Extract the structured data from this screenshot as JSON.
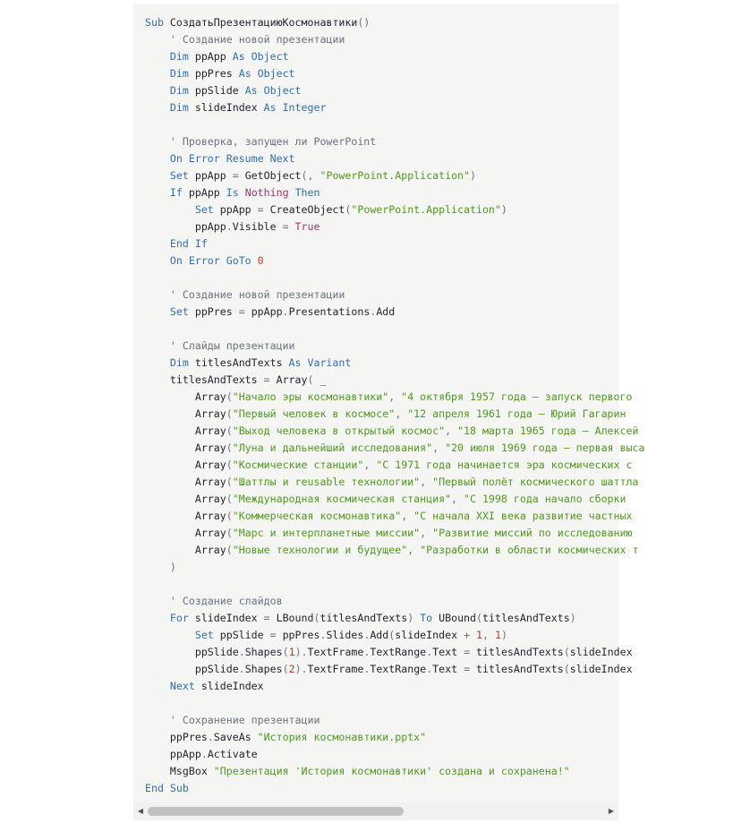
{
  "scrollbar": {
    "left_arrow": "◀",
    "right_arrow": "▶",
    "thumb_fraction": 0.56
  },
  "code_lines": [
    [
      [
        "kw",
        "Sub "
      ],
      [
        "fn",
        "СоздатьПрезентациюКосмонавтики"
      ],
      [
        "pun",
        "()"
      ]
    ],
    [
      [
        "ws",
        "    "
      ],
      [
        "cmt",
        "' Создание новой презентации"
      ]
    ],
    [
      [
        "ws",
        "    "
      ],
      [
        "kw",
        "Dim "
      ],
      [
        "fn",
        "ppApp "
      ],
      [
        "kw",
        "As Object"
      ]
    ],
    [
      [
        "ws",
        "    "
      ],
      [
        "kw",
        "Dim "
      ],
      [
        "fn",
        "ppPres "
      ],
      [
        "kw",
        "As Object"
      ]
    ],
    [
      [
        "ws",
        "    "
      ],
      [
        "kw",
        "Dim "
      ],
      [
        "fn",
        "ppSlide "
      ],
      [
        "kw",
        "As Object"
      ]
    ],
    [
      [
        "ws",
        "    "
      ],
      [
        "kw",
        "Dim "
      ],
      [
        "fn",
        "slideIndex "
      ],
      [
        "kw",
        "As Integer"
      ]
    ],
    [],
    [
      [
        "ws",
        "    "
      ],
      [
        "cmt",
        "' Проверка, запущен ли PowerPoint"
      ]
    ],
    [
      [
        "ws",
        "    "
      ],
      [
        "kw",
        "On Error Resume Next"
      ]
    ],
    [
      [
        "ws",
        "    "
      ],
      [
        "kw",
        "Set "
      ],
      [
        "fn",
        "ppApp "
      ],
      [
        "pun",
        "= "
      ],
      [
        "fn",
        "GetObject"
      ],
      [
        "pun",
        "(, "
      ],
      [
        "str",
        "\"PowerPoint.Application\""
      ],
      [
        "pun",
        ")"
      ]
    ],
    [
      [
        "ws",
        "    "
      ],
      [
        "kw",
        "If "
      ],
      [
        "fn",
        "ppApp "
      ],
      [
        "kw",
        "Is "
      ],
      [
        "kw2",
        "Nothing "
      ],
      [
        "kw",
        "Then"
      ]
    ],
    [
      [
        "ws",
        "        "
      ],
      [
        "kw",
        "Set "
      ],
      [
        "fn",
        "ppApp "
      ],
      [
        "pun",
        "= "
      ],
      [
        "fn",
        "CreateObject"
      ],
      [
        "pun",
        "("
      ],
      [
        "str",
        "\"PowerPoint.Application\""
      ],
      [
        "pun",
        ")"
      ]
    ],
    [
      [
        "ws",
        "        "
      ],
      [
        "fn",
        "ppApp"
      ],
      [
        "pun",
        "."
      ],
      [
        "fn",
        "Visible "
      ],
      [
        "pun",
        "= "
      ],
      [
        "kw2",
        "True"
      ]
    ],
    [
      [
        "ws",
        "    "
      ],
      [
        "kw",
        "End If"
      ]
    ],
    [
      [
        "ws",
        "    "
      ],
      [
        "kw",
        "On Error GoTo "
      ],
      [
        "num",
        "0"
      ]
    ],
    [],
    [
      [
        "ws",
        "    "
      ],
      [
        "cmt",
        "' Создание новой презентации"
      ]
    ],
    [
      [
        "ws",
        "    "
      ],
      [
        "kw",
        "Set "
      ],
      [
        "fn",
        "ppPres "
      ],
      [
        "pun",
        "= "
      ],
      [
        "fn",
        "ppApp"
      ],
      [
        "pun",
        "."
      ],
      [
        "fn",
        "Presentations"
      ],
      [
        "pun",
        "."
      ],
      [
        "fn",
        "Add"
      ]
    ],
    [],
    [
      [
        "ws",
        "    "
      ],
      [
        "cmt",
        "' Слайды презентации"
      ]
    ],
    [
      [
        "ws",
        "    "
      ],
      [
        "kw",
        "Dim "
      ],
      [
        "fn",
        "titlesAndTexts "
      ],
      [
        "kw",
        "As Variant"
      ]
    ],
    [
      [
        "ws",
        "    "
      ],
      [
        "fn",
        "titlesAndTexts "
      ],
      [
        "pun",
        "= "
      ],
      [
        "fn",
        "Array"
      ],
      [
        "pun",
        "( "
      ],
      [
        "fn",
        "_"
      ]
    ],
    [
      [
        "ws",
        "        "
      ],
      [
        "fn",
        "Array"
      ],
      [
        "pun",
        "("
      ],
      [
        "str",
        "\"Начало эры космонавтики\""
      ],
      [
        "pun",
        ", "
      ],
      [
        "str",
        "\"4 октября 1957 года – запуск первого"
      ]
    ],
    [
      [
        "ws",
        "        "
      ],
      [
        "fn",
        "Array"
      ],
      [
        "pun",
        "("
      ],
      [
        "str",
        "\"Первый человек в космосе\""
      ],
      [
        "pun",
        ", "
      ],
      [
        "str",
        "\"12 апреля 1961 года – Юрий Гагарин"
      ]
    ],
    [
      [
        "ws",
        "        "
      ],
      [
        "fn",
        "Array"
      ],
      [
        "pun",
        "("
      ],
      [
        "str",
        "\"Выход человека в открытый космос\""
      ],
      [
        "pun",
        ", "
      ],
      [
        "str",
        "\"18 марта 1965 года – Алексей"
      ]
    ],
    [
      [
        "ws",
        "        "
      ],
      [
        "fn",
        "Array"
      ],
      [
        "pun",
        "("
      ],
      [
        "str",
        "\"Луна и дальнейший исследования\""
      ],
      [
        "pun",
        ", "
      ],
      [
        "str",
        "\"20 июля 1969 года – первая выса"
      ]
    ],
    [
      [
        "ws",
        "        "
      ],
      [
        "fn",
        "Array"
      ],
      [
        "pun",
        "("
      ],
      [
        "str",
        "\"Космические станции\""
      ],
      [
        "pun",
        ", "
      ],
      [
        "str",
        "\"С 1971 года начинается эра космических с"
      ]
    ],
    [
      [
        "ws",
        "        "
      ],
      [
        "fn",
        "Array"
      ],
      [
        "pun",
        "("
      ],
      [
        "str",
        "\"Шаттлы и reusable технологии\""
      ],
      [
        "pun",
        ", "
      ],
      [
        "str",
        "\"Первый полёт космического шаттла"
      ]
    ],
    [
      [
        "ws",
        "        "
      ],
      [
        "fn",
        "Array"
      ],
      [
        "pun",
        "("
      ],
      [
        "str",
        "\"Международная космическая станция\""
      ],
      [
        "pun",
        ", "
      ],
      [
        "str",
        "\"С 1998 года начало сборки"
      ]
    ],
    [
      [
        "ws",
        "        "
      ],
      [
        "fn",
        "Array"
      ],
      [
        "pun",
        "("
      ],
      [
        "str",
        "\"Коммерческая космонавтика\""
      ],
      [
        "pun",
        ", "
      ],
      [
        "str",
        "\"С начала XXI века развитие частных"
      ]
    ],
    [
      [
        "ws",
        "        "
      ],
      [
        "fn",
        "Array"
      ],
      [
        "pun",
        "("
      ],
      [
        "str",
        "\"Марс и интерпланетные миссии\""
      ],
      [
        "pun",
        ", "
      ],
      [
        "str",
        "\"Развитие миссий по исследованию"
      ]
    ],
    [
      [
        "ws",
        "        "
      ],
      [
        "fn",
        "Array"
      ],
      [
        "pun",
        "("
      ],
      [
        "str",
        "\"Новые технологии и будущее\""
      ],
      [
        "pun",
        ", "
      ],
      [
        "str",
        "\"Разработки в области космических т"
      ]
    ],
    [
      [
        "ws",
        "    "
      ],
      [
        "pun",
        ")"
      ]
    ],
    [],
    [
      [
        "ws",
        "    "
      ],
      [
        "cmt",
        "' Создание слайдов"
      ]
    ],
    [
      [
        "ws",
        "    "
      ],
      [
        "kw",
        "For "
      ],
      [
        "fn",
        "slideIndex "
      ],
      [
        "pun",
        "= "
      ],
      [
        "fn",
        "LBound"
      ],
      [
        "pun",
        "("
      ],
      [
        "fn",
        "titlesAndTexts"
      ],
      [
        "pun",
        ") "
      ],
      [
        "kw",
        "To "
      ],
      [
        "fn",
        "UBound"
      ],
      [
        "pun",
        "("
      ],
      [
        "fn",
        "titlesAndTexts"
      ],
      [
        "pun",
        ")"
      ]
    ],
    [
      [
        "ws",
        "        "
      ],
      [
        "kw",
        "Set "
      ],
      [
        "fn",
        "ppSlide "
      ],
      [
        "pun",
        "= "
      ],
      [
        "fn",
        "ppPres"
      ],
      [
        "pun",
        "."
      ],
      [
        "fn",
        "Slides"
      ],
      [
        "pun",
        "."
      ],
      [
        "fn",
        "Add"
      ],
      [
        "pun",
        "("
      ],
      [
        "fn",
        "slideIndex "
      ],
      [
        "pun",
        "+ "
      ],
      [
        "num",
        "1"
      ],
      [
        "pun",
        ", "
      ],
      [
        "num",
        "1"
      ],
      [
        "pun",
        ")"
      ]
    ],
    [
      [
        "ws",
        "        "
      ],
      [
        "fn",
        "ppSlide"
      ],
      [
        "pun",
        "."
      ],
      [
        "fn",
        "Shapes"
      ],
      [
        "pun",
        "("
      ],
      [
        "num",
        "1"
      ],
      [
        "pun",
        ")."
      ],
      [
        "fn",
        "TextFrame"
      ],
      [
        "pun",
        "."
      ],
      [
        "fn",
        "TextRange"
      ],
      [
        "pun",
        "."
      ],
      [
        "fn",
        "Text "
      ],
      [
        "pun",
        "= "
      ],
      [
        "fn",
        "titlesAndTexts"
      ],
      [
        "pun",
        "("
      ],
      [
        "fn",
        "slideIndex"
      ]
    ],
    [
      [
        "ws",
        "        "
      ],
      [
        "fn",
        "ppSlide"
      ],
      [
        "pun",
        "."
      ],
      [
        "fn",
        "Shapes"
      ],
      [
        "pun",
        "("
      ],
      [
        "num",
        "2"
      ],
      [
        "pun",
        ")."
      ],
      [
        "fn",
        "TextFrame"
      ],
      [
        "pun",
        "."
      ],
      [
        "fn",
        "TextRange"
      ],
      [
        "pun",
        "."
      ],
      [
        "fn",
        "Text "
      ],
      [
        "pun",
        "= "
      ],
      [
        "fn",
        "titlesAndTexts"
      ],
      [
        "pun",
        "("
      ],
      [
        "fn",
        "slideIndex"
      ]
    ],
    [
      [
        "ws",
        "    "
      ],
      [
        "kw",
        "Next "
      ],
      [
        "fn",
        "slideIndex"
      ]
    ],
    [],
    [
      [
        "ws",
        "    "
      ],
      [
        "cmt",
        "' Сохранение презентации"
      ]
    ],
    [
      [
        "ws",
        "    "
      ],
      [
        "fn",
        "ppPres"
      ],
      [
        "pun",
        "."
      ],
      [
        "fn",
        "SaveAs "
      ],
      [
        "str",
        "\"История космонавтики.pptx\""
      ]
    ],
    [
      [
        "ws",
        "    "
      ],
      [
        "fn",
        "ppApp"
      ],
      [
        "pun",
        "."
      ],
      [
        "fn",
        "Activate"
      ]
    ],
    [
      [
        "ws",
        "    "
      ],
      [
        "fn",
        "MsgBox "
      ],
      [
        "str",
        "\"Презентация 'История космонавтики' создана и сохранена!\""
      ]
    ],
    [
      [
        "kw",
        "End Sub"
      ]
    ]
  ]
}
